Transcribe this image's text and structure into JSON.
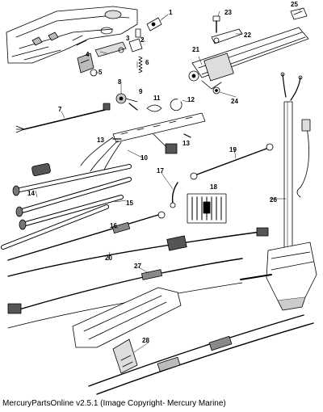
{
  "footer_text": "MercuryPartsOnline v2.5.1 (Image Copyright- Mercury Marine)",
  "callouts": [
    "1",
    "2",
    "3",
    "4",
    "5",
    "6",
    "7",
    "8",
    "9",
    "10",
    "11",
    "12",
    "13",
    "13",
    "14",
    "15",
    "16",
    "17",
    "18",
    "19",
    "20",
    "21",
    "22",
    "23",
    "24",
    "25",
    "26",
    "27",
    "28"
  ],
  "colors": {
    "line": "#000000",
    "part_fill": "#ffffff",
    "shade": "#c8c8c8",
    "dark": "#555555",
    "background": "#ffffff"
  }
}
